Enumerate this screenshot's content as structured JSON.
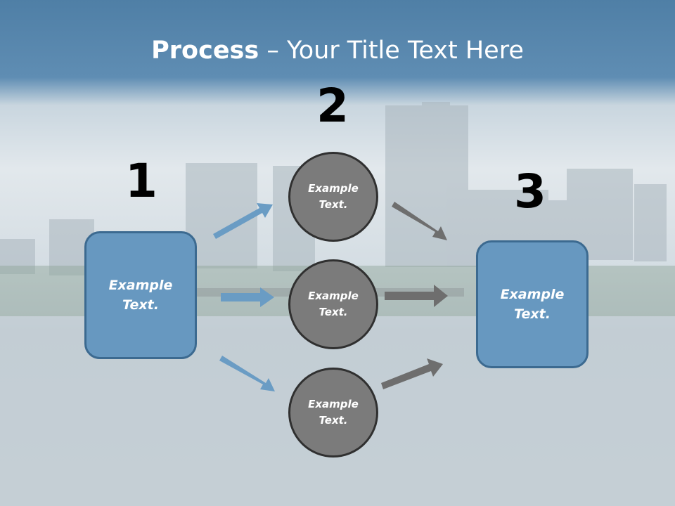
{
  "title": {
    "bold": "Process",
    "rest": " – Your Title Text Here"
  },
  "steps": {
    "one": "1",
    "two": "2",
    "three": "3"
  },
  "left_box": {
    "line1": "Example",
    "line2": "Text."
  },
  "right_box": {
    "line1": "Example",
    "line2": "Text."
  },
  "circles": [
    {
      "line1": "Example",
      "line2": "Text."
    },
    {
      "line1": "Example",
      "line2": "Text."
    },
    {
      "line1": "Example",
      "line2": "Text."
    }
  ],
  "colors": {
    "header": "#4f7fa6",
    "box_fill": "#6798c0",
    "box_border": "#3c6a90",
    "circle_fill": "#7b7b7b",
    "circle_border": "#303030",
    "blue_arrow": "#6a9cc4",
    "gray_arrow": "#6e6e6e"
  }
}
